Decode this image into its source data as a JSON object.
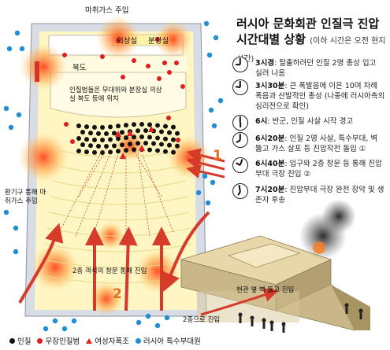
{
  "labels": {
    "vent_top": "마취가스 주입",
    "room_a": "의상실",
    "room_b": "분장실",
    "north_door": "북도",
    "hostage_note": "인질범들은 무대위와 분장실 의상실 복도 등에 위치",
    "vent_left": "환기구 통해 마취가스 주입",
    "entry_2f": "2층 객석의 창문 통해 진입",
    "num_1": "1",
    "num_2": "2",
    "entry_front": "현관 옆 벽 뚫고 진입",
    "entry_2f_b": "2층으로 진입"
  },
  "title": {
    "main_line1": "러시아 문화회관 인질극 진압",
    "main_line2": "시간대별 상황",
    "note": "(이하 시간은 오전 현지시간)"
  },
  "timeline": [
    {
      "time": "3시경",
      "text": ": 탈출하려던 인질 2명 총상 입고 실려 나옴"
    },
    {
      "time": "3시30분",
      "text": ": 큰 폭발음에 이은 10여 차례 폭음과 산발적인 총성 (나중에 러시아측의 심리전으로 확인)"
    },
    {
      "time": "6시",
      "text": ": 반군, 인질 사살 시작 경고"
    },
    {
      "time": "6시20분",
      "text": ": 인질 2명 사살, 특수부대, 벽 뚫고 가스 살포 등 진압작전 돌입 ①"
    },
    {
      "time": "6시40분",
      "text": ": 입구와 2층 창문 등 통해 진압부대 극장 진입 ②"
    },
    {
      "time": "7시20분",
      "text": ": 진압부대 극장 완전 장악 및 생존자 후송"
    }
  ],
  "legend": {
    "hostage": "인질",
    "armed": "무장인질범",
    "bomber": "여성자폭조",
    "special_forces": "러시아 특수부대원"
  },
  "colors": {
    "hostage": "#111111",
    "armed": "#e01e1e",
    "special_forces": "#1e8fd6",
    "arrow": "#d63b2a",
    "hall_floor": "#fff4b8",
    "hall_wall": "#cfd4dc",
    "gas": "#ff6a2a"
  }
}
